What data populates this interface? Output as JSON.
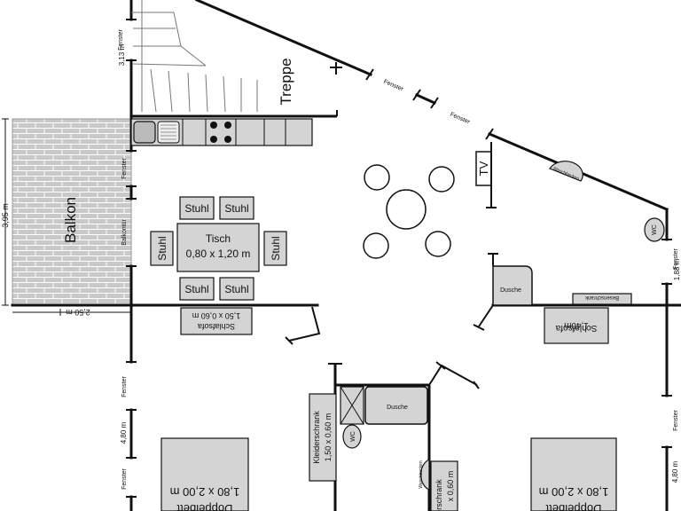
{
  "rooms": {
    "balkon": "Balkon",
    "treppe": "Treppe",
    "tv": "TV"
  },
  "dimensions": {
    "left_top": "3,13 m",
    "balkon_height": "3,95 m",
    "balkon_width": "2,50 m",
    "left_mid": "4,80 m",
    "right_upper": "1,88 m",
    "right_lower": "4,80 m"
  },
  "windows": {
    "label": "Fenster",
    "balkontuer": "Balkontür"
  },
  "dining": {
    "chair": "Stuhl",
    "table_name": "Tisch",
    "table_size": "0,80 x 1,20 m"
  },
  "furniture": {
    "schlafsofa_left_size": "1,50 x 0,60 m",
    "schlafsofa_left_name": "Schlafsofa",
    "schlafsofa_right_size": "1,40m",
    "schlafsofa_right_name": "Schlafsofa",
    "besenschrank": "Besenschrank",
    "dusche": "Dusche",
    "wc": "WC",
    "waschbecken": "Waschbecken",
    "kleiderschrank_name": "Kleiderschrank",
    "kleiderschrank_size": "1,50 x 0,60 m",
    "kleiderschrank2_name": "Kleiderschrank",
    "kleiderschrank2_size": "x 0,60 m",
    "doppelbett_name": "Doppelbett",
    "doppelbett_size": "1,80 x 2,00 m"
  },
  "colors": {
    "wall": "#111111",
    "furniture_fill": "#d4d4d4",
    "balkon_tile": "#c9c9c9",
    "tile_line": "#ffffff"
  }
}
